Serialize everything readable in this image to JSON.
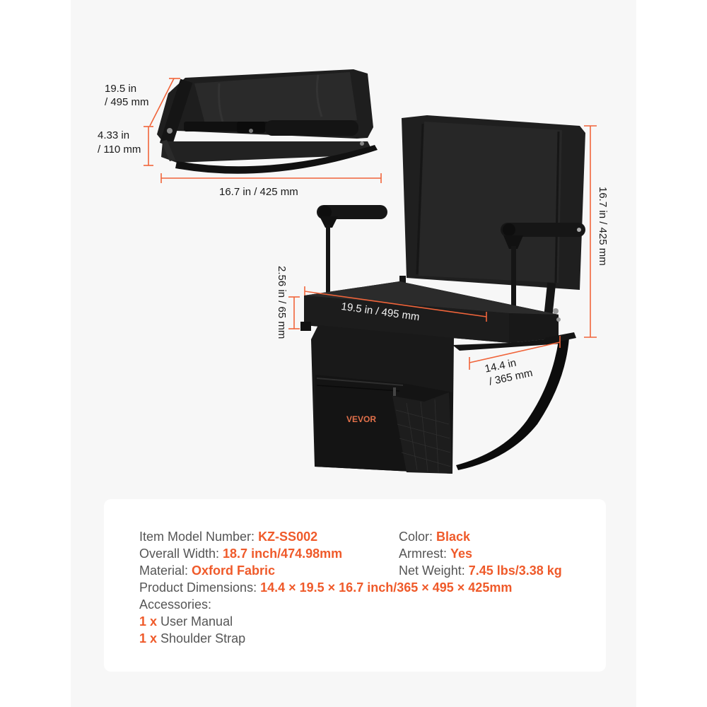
{
  "colors": {
    "accent": "#ef5a2a",
    "dimension_line": "#f0643a",
    "label_text": "#555555",
    "panel_bg": "#f7f7f7",
    "card_bg": "#ffffff",
    "product": "#1b1b1b"
  },
  "product_image": {
    "brand_logo": "VEVOR",
    "folded_view": {
      "depth_label_line1": "19.5 in",
      "depth_label_line2": "/ 495 mm",
      "thickness_label_line1": "4.33 in",
      "thickness_label_line2": "/ 110 mm",
      "length_label": "16.7 in / 425 mm"
    },
    "open_view": {
      "seat_width_label": "19.5 in / 495 mm",
      "cushion_height_label": "2.56 in / 65 mm",
      "seat_depth_label_line1": "14.4 in",
      "seat_depth_label_line2": "/ 365 mm",
      "backrest_height_label": "16.7 in / 425 mm"
    }
  },
  "specs": {
    "left": [
      {
        "label": "Item Model Number: ",
        "value": "KZ-SS002"
      },
      {
        "label": "Overall Width: ",
        "value": "18.7 inch/474.98mm"
      },
      {
        "label": "Material: ",
        "value": "Oxford Fabric"
      }
    ],
    "right": [
      {
        "label": "Color: ",
        "value": "Black"
      },
      {
        "label": "Armrest: ",
        "value": "Yes"
      },
      {
        "label": "Net Weight: ",
        "value": "7.45 lbs/3.38 kg"
      }
    ],
    "dimensions": {
      "label": "Product Dimensions: ",
      "value": "14.4 × 19.5 × 16.7 inch/365 × 495 × 425mm"
    },
    "accessories_heading": "Accessories:",
    "accessories": [
      {
        "qty": "1 x",
        "item": " User Manual"
      },
      {
        "qty": "1 x",
        "item": " Shoulder Strap"
      }
    ]
  }
}
